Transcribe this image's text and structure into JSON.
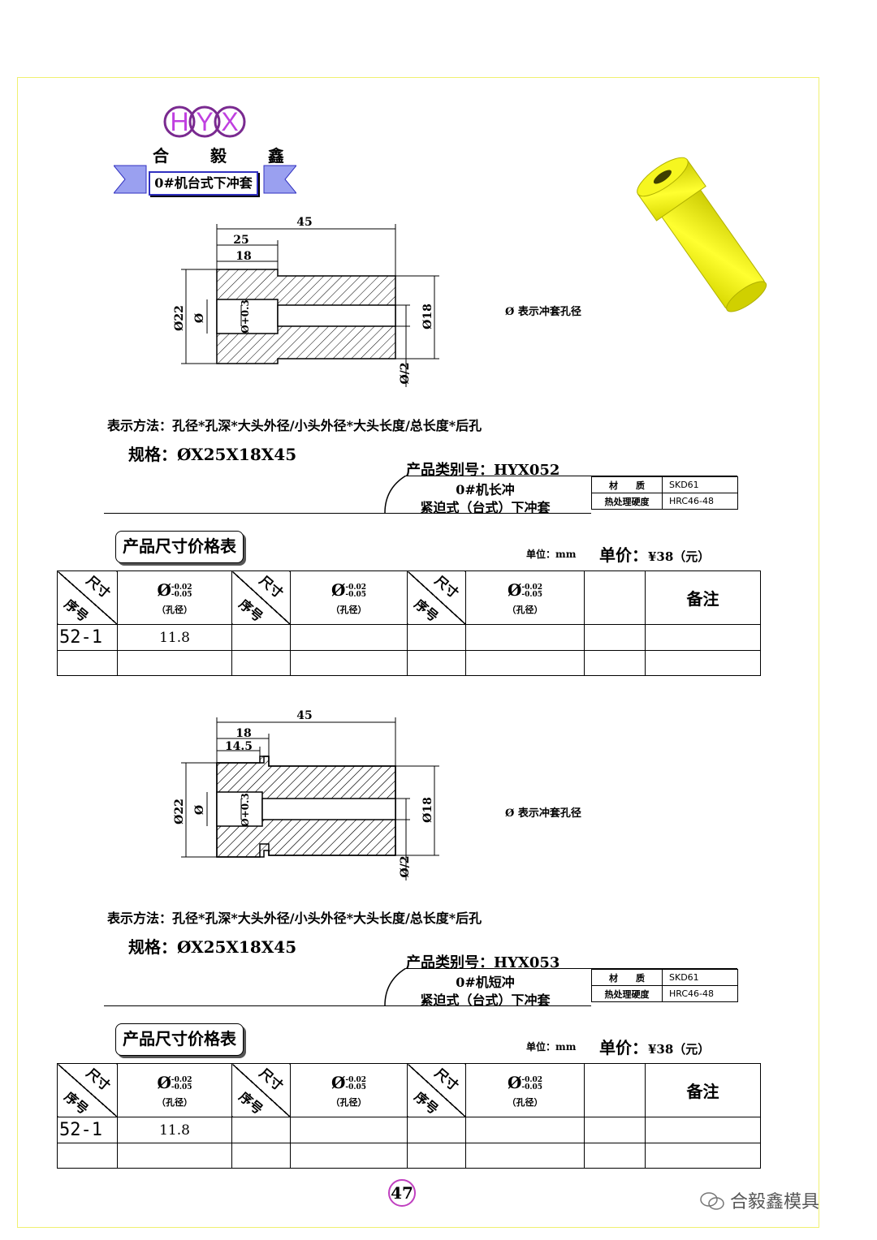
{
  "logo": {
    "letters": [
      "H",
      "Y",
      "X"
    ],
    "name": "合 毅 鑫",
    "ribbon_label": "0#机台式下冲套"
  },
  "colors": {
    "logo_ring": "#7a2a90",
    "logo_letters": "#c040e0",
    "ribbon": "#9aa0f0",
    "part_3d": "#f0f000",
    "frame": "#f0f070"
  },
  "drawing_labels": {
    "overall": "45",
    "head_len_a": "25",
    "head_len_b": "18",
    "outer_diameter": "Ø22",
    "hole_symbol": "Ø",
    "hole_tol": "Ø+0.3",
    "small_diameter": "Ø18",
    "rear_hole": "Ø/2",
    "head_len_a2": "18",
    "head_len_b2": "14.5"
  },
  "note": "Ø  表示冲套孔径",
  "sections": [
    {
      "method": "表示方法：孔径*孔深*大头外径/小头外径*大头长度/总长度*后孔",
      "spec": "规格：ØX25X18X45",
      "product_code": "产品类别号：HYX052",
      "product_name_1": "0#机长冲",
      "product_name_2": "紧迫式（台式）下冲套",
      "material_label": "材　　质",
      "material_value": "SKD61",
      "hardness_label": "热处理硬度",
      "hardness_value": "HRC46-48",
      "table_title": "产品尺寸价格表",
      "unit": "单位：mm",
      "price_label": "单价：",
      "price_value": "¥38（元）",
      "table": {
        "diag_top": "尺寸",
        "diag_bottom": "序号",
        "diam_symbol": "Ø",
        "tol_upper": "-0.02",
        "tol_lower": "-0.05",
        "diam_sub": "（孔径）",
        "remark": "备注",
        "rows": [
          {
            "no": "52-1",
            "value": "11.8"
          },
          {
            "no": "",
            "value": ""
          }
        ]
      }
    },
    {
      "method": "表示方法：孔径*孔深*大头外径/小头外径*大头长度/总长度*后孔",
      "spec": "规格：ØX25X18X45",
      "product_code": "产品类别号：HYX053",
      "product_name_1": "0#机短冲",
      "product_name_2": "紧迫式（台式）下冲套",
      "material_label": "材　　质",
      "material_value": "SKD61",
      "hardness_label": "热处理硬度",
      "hardness_value": "HRC46-48",
      "table_title": "产品尺寸价格表",
      "unit": "单位：mm",
      "price_label": "单价：",
      "price_value": "¥38（元）",
      "table": {
        "diag_top": "尺寸",
        "diag_bottom": "序号",
        "diam_symbol": "Ø",
        "tol_upper": "-0.02",
        "tol_lower": "-0.05",
        "diam_sub": "（孔径）",
        "remark": "备注",
        "rows": [
          {
            "no": "52-1",
            "value": "11.8"
          },
          {
            "no": "",
            "value": ""
          }
        ]
      }
    }
  ],
  "page_number": "47",
  "watermark": "合毅鑫模具"
}
